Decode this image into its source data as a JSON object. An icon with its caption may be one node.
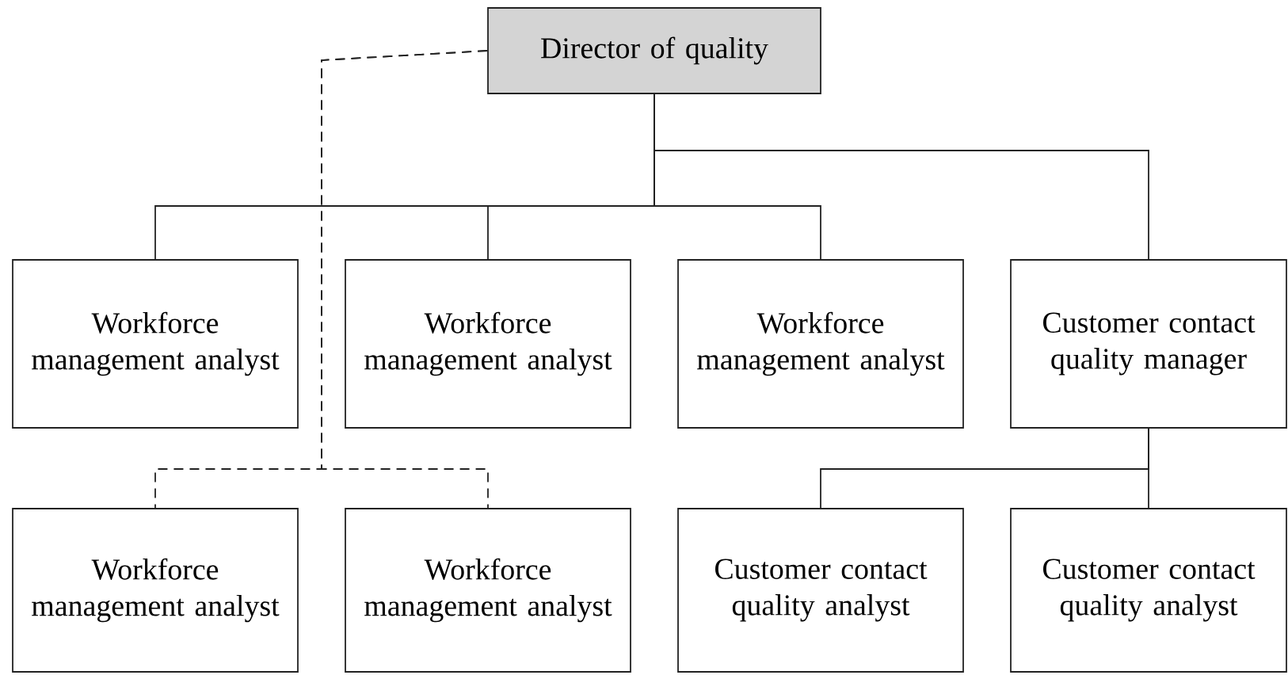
{
  "diagram": {
    "nodes": [
      {
        "text": [
          "Director of quality"
        ]
      },
      {
        "text": [
          "Workforce management analyst"
        ]
      },
      {
        "text": [
          "Workforce management analyst"
        ]
      },
      {
        "text": [
          "Workforce management analyst"
        ]
      },
      {
        "text": [
          "Customer contact quality manager"
        ]
      },
      {
        "text": [
          "Workforce management analyst"
        ]
      },
      {
        "text": [
          "Workforce management analyst"
        ]
      },
      {
        "text": [
          "Customer contact quality analyst"
        ]
      },
      {
        "text": [
          "Customer contact quality analyst"
        ]
      }
    ],
    "edges": [
      {
        "from": 0,
        "to": 1,
        "arrow": "none"
      },
      {
        "from": 0,
        "to": 2,
        "arrow": "none"
      },
      {
        "from": 0,
        "to": 3,
        "arrow": "none"
      },
      {
        "from": 0,
        "to": 4,
        "arrow": "none"
      },
      {
        "from": 0,
        "to": 5,
        "arrow": "none",
        "style": "dashed"
      },
      {
        "from": 0,
        "to": 6,
        "arrow": "none",
        "style": "dashed"
      },
      {
        "from": 4,
        "to": 7,
        "arrow": "none"
      },
      {
        "from": 4,
        "to": 8,
        "arrow": "none"
      }
    ]
  }
}
